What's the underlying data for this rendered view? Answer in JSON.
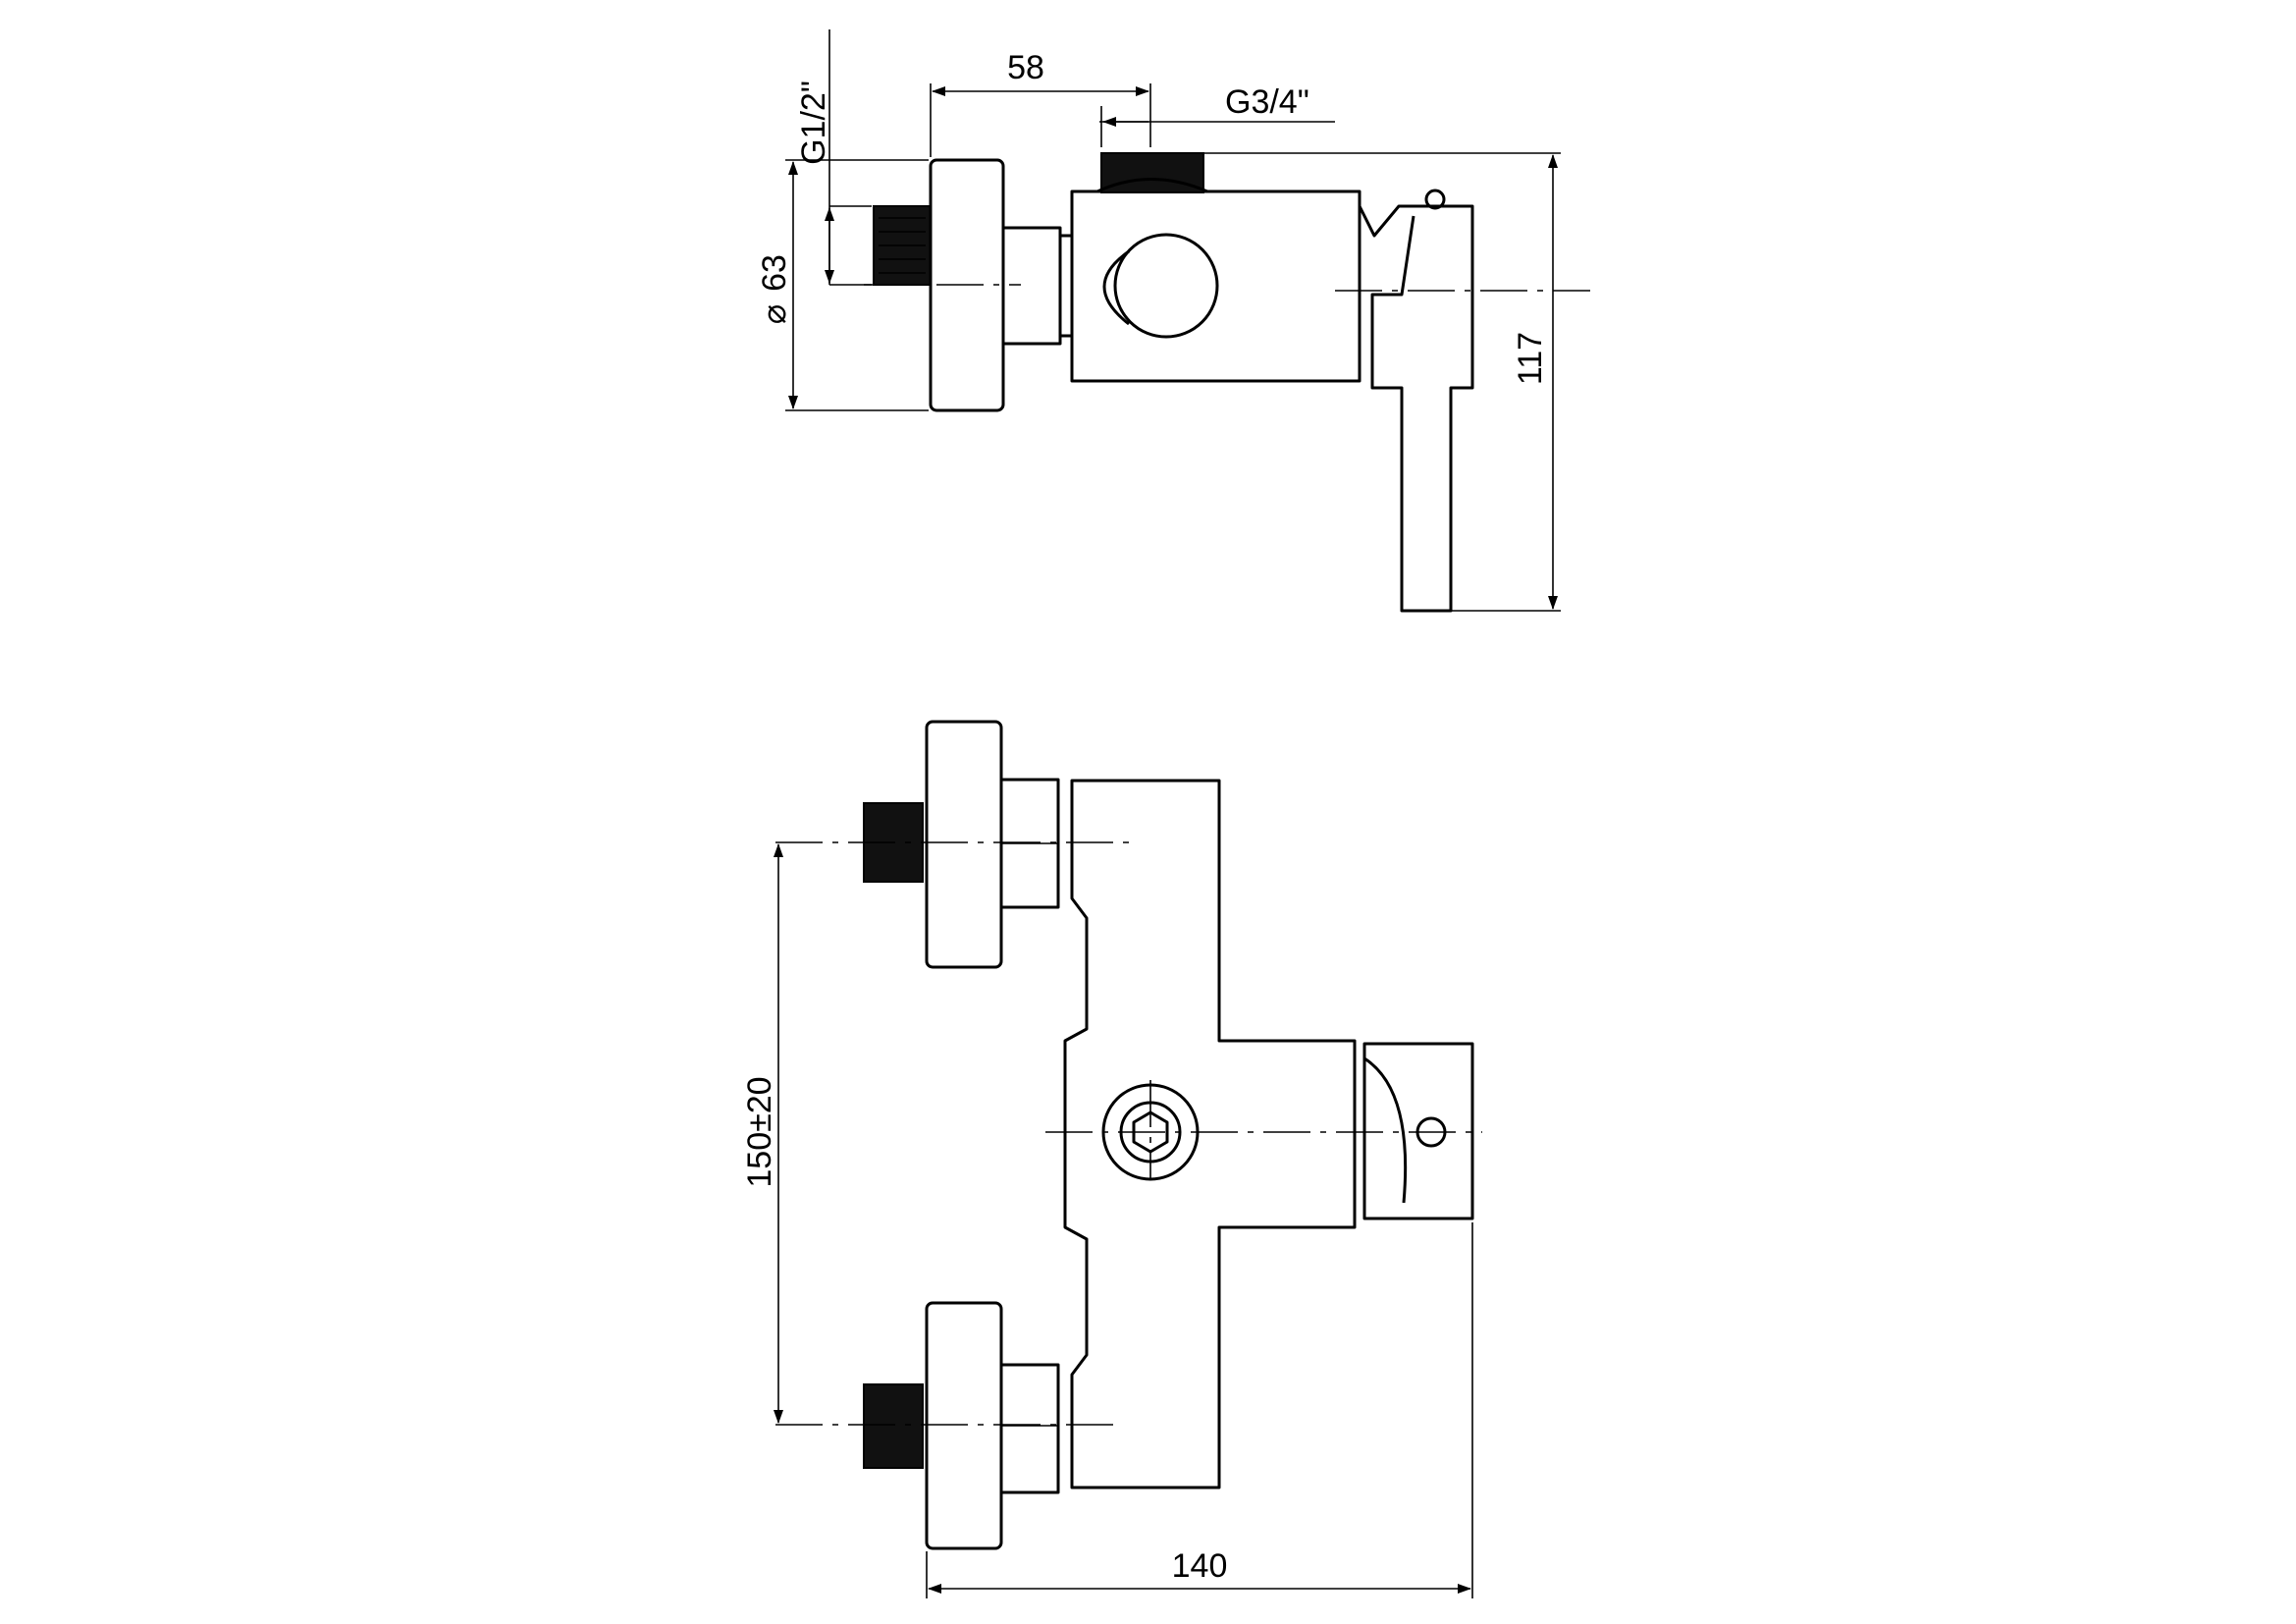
{
  "dimensions": {
    "side_view": {
      "inlet_thread": "G1/2\"",
      "outlet_thread": "G3/4\"",
      "depth_to_outlet": "58",
      "flange_diameter": "63",
      "height": "117"
    },
    "front_view": {
      "inlet_spacing": "150±20",
      "width": "140"
    }
  },
  "symbols": {
    "diameter": "⌀"
  },
  "colors": {
    "line": "#000000",
    "background": "#ffffff"
  }
}
